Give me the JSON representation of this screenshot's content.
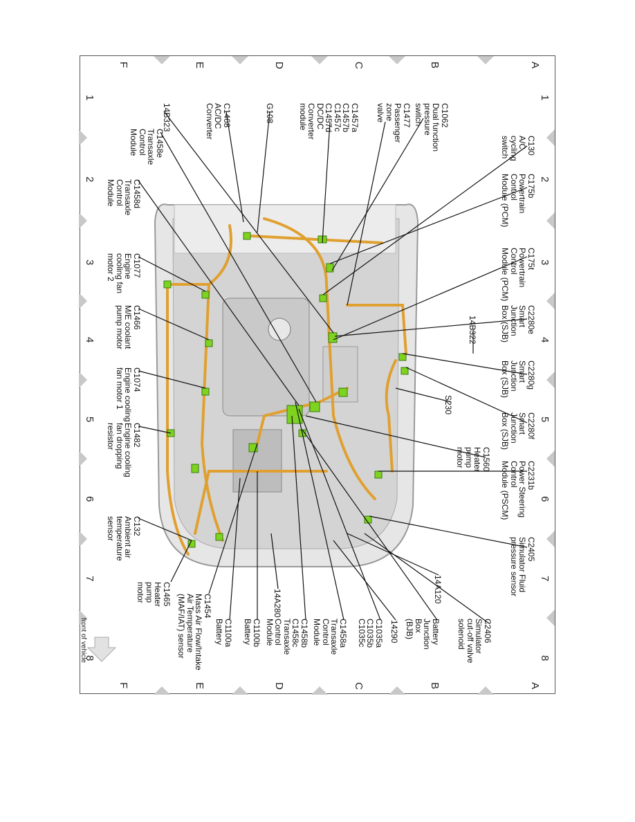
{
  "grid": {
    "columns": [
      "1",
      "2",
      "3",
      "4",
      "5",
      "6",
      "7",
      "8"
    ],
    "rows": [
      "A",
      "B",
      "C",
      "D",
      "E",
      "F"
    ]
  },
  "front_label": "front of vehicle",
  "labels": [
    "C130\nA/C\ncycling\nswitch",
    "C175b\nPowertrain\nControl\nModule (PCM)",
    "C175t\nPowertrain\nControl\nModule (PCM)",
    "C2280e\nSmart\nJunction\nBox (SJB)",
    "C2280g\nSmart\nJunction\nBox (SJB)",
    "C2280f\nSmart\nJunction\nBox (SJB)",
    "C2231b\nPower Steering\nControl\nModule (PSCM)",
    "C2405\nSimulator Fluid\npressure sensor",
    "C2406\nSimulator\ncut-off valve\nsolenoid",
    "C1062\nDual function\npressure\nswitch",
    "14B322",
    "S230",
    "C1560\nHeater\npump\nmotor",
    "14A120",
    "Battery\nJunction\nBox\n(BJB)",
    "C1477\nPassenger\nzone\nvalve",
    "14290",
    "C1035a\nC1035b\nC1035c",
    "C1457a\nC1457b\nC1457c\nC1457d\nDC/DC\nConverter\nmodule",
    "C1458a\nTransaxle\nControl\nModule",
    "C1458b\nC1458c\nTransaxle\nControl\nModule",
    "14A280",
    "G108",
    "C1100b\nBattery",
    "C1100a\nBattery",
    "C1468\nAC/DC\nConverter",
    "C1454\nMass Air Flow/Intake\nAir Temperature\n(MAF/IAT) sensor",
    "14B323",
    "C1458e\nTransaxle\nControl\nModule",
    "C1465\nHeater\npump\nmotor",
    "C1458d\nTransaxle\nControl\nModule",
    "C1077\nEngine\ncooling fan\nmotor 2",
    "C1466\nM/E coolant\npump motor",
    "C1074\nEngine cooling\nfan motor 1",
    "C1482\nEngine cooling\nfan dropping\nresistor",
    "C132\nAmbient air\ntemperature\nsensor"
  ],
  "colors": {
    "harness": "#e0a030",
    "connector": "#7ed321",
    "marker": "#c8c8c8"
  }
}
